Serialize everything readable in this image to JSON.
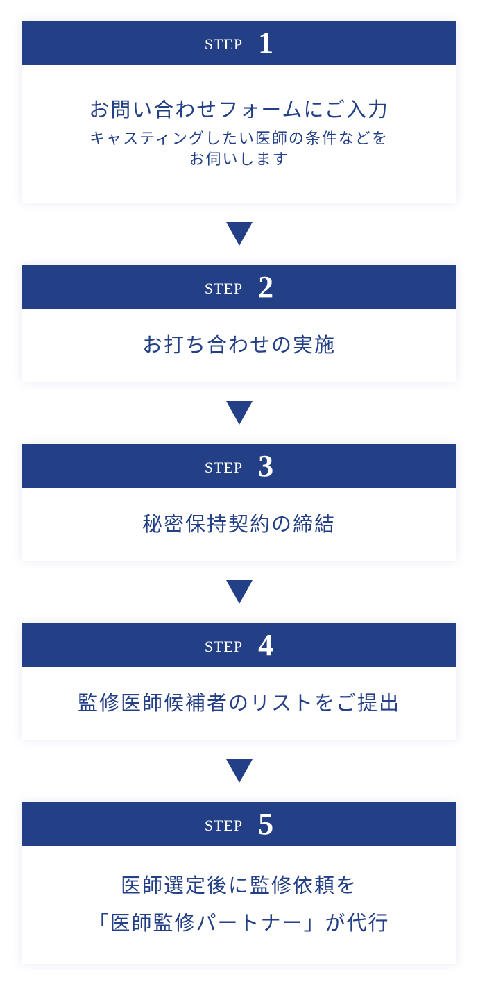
{
  "colors": {
    "header_bg": "#233f86",
    "header_text": "#ffffff",
    "body_text": "#233f86",
    "arrow": "#233f86"
  },
  "icons": {
    "connector": "down-triangle-icon"
  },
  "steps": [
    {
      "label": "STEP",
      "number": "1",
      "lines": [
        "お問い合わせフォームにご入力",
        "キャスティングしたい医師の条件などを",
        "お伺いします"
      ]
    },
    {
      "label": "STEP",
      "number": "2",
      "lines": [
        "お打ち合わせの実施"
      ]
    },
    {
      "label": "STEP",
      "number": "3",
      "lines": [
        "秘密保持契約の締結"
      ]
    },
    {
      "label": "STEP",
      "number": "4",
      "lines": [
        "監修医師候補者のリストをご提出"
      ]
    },
    {
      "label": "STEP",
      "number": "5",
      "lines": [
        "医師選定後に監修依頼を",
        "「医師監修パートナー」が代行"
      ]
    }
  ]
}
